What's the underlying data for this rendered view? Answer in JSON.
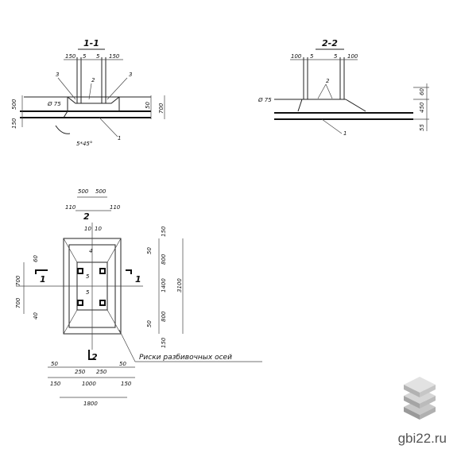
{
  "sections": {
    "s11": {
      "title": "1-1",
      "dims_top": [
        "150",
        "5",
        "5",
        "150"
      ],
      "callouts": [
        "3",
        "2",
        "3",
        "1"
      ],
      "dia": "Ø 75",
      "dims_left": [
        "500",
        "150"
      ],
      "dims_right": [
        "50",
        "700"
      ],
      "chamfer": "5*45°"
    },
    "s22": {
      "title": "2-2",
      "dims_top": [
        "100",
        "5",
        "5",
        "100"
      ],
      "callouts": [
        "2",
        "1"
      ],
      "dia": "Ø 75",
      "dims_right": [
        "60",
        "450",
        "55"
      ]
    }
  },
  "plan": {
    "dims_top": [
      "500",
      "500",
      "110",
      "110",
      "10",
      "10"
    ],
    "center_label": "2",
    "section_marks": [
      "1",
      "1",
      "2"
    ],
    "dims_left": [
      "60",
      "700",
      "700",
      "40"
    ],
    "dims_right": [
      "150",
      "800",
      "1400",
      "3100",
      "800",
      "150",
      "50",
      "50"
    ],
    "inner_marks": [
      "4",
      "5",
      "5"
    ],
    "dims_bottom": [
      "50",
      "50",
      "250",
      "250",
      "150",
      "1000",
      "150",
      "1800"
    ],
    "note": "Риски разбивочных осей"
  },
  "branding": {
    "site": "gbi22.ru",
    "logo": "stacked-slabs-icon"
  }
}
